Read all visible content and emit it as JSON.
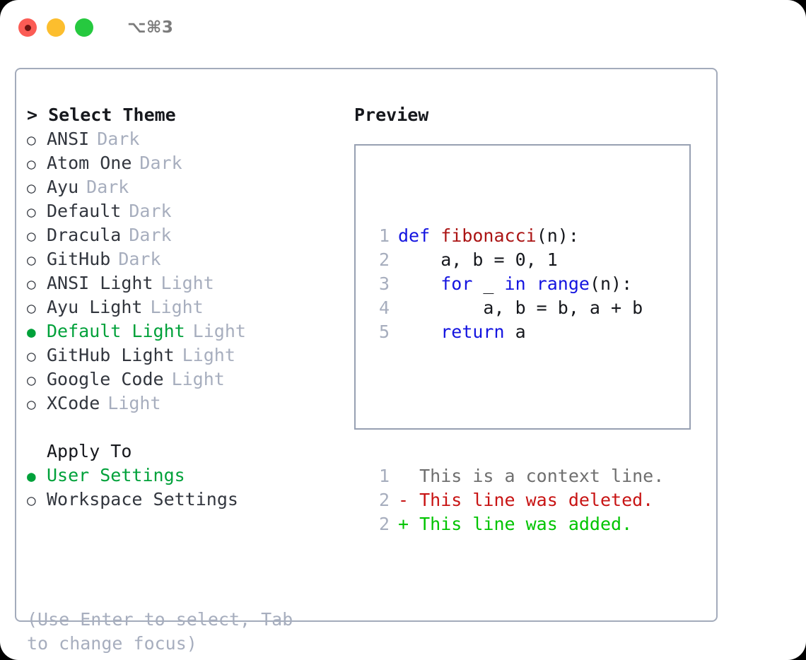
{
  "titlebar": {
    "shortcut": "⌥⌘3",
    "buttons": [
      {
        "name": "close",
        "color": "#fb5c55"
      },
      {
        "name": "minimize",
        "color": "#fcbe2e"
      },
      {
        "name": "zoom",
        "color": "#26c93f"
      }
    ]
  },
  "colors": {
    "accent_green": "#00a13a",
    "diff_add_green": "#00c400",
    "diff_del_red": "#c81414",
    "keyword_blue": "#1414e0",
    "function_red": "#ab1414",
    "muted": "#a7aebe",
    "border": "#a3abbb",
    "text": "#32363e"
  },
  "theme_picker": {
    "header": "> Select Theme",
    "items": [
      {
        "bullet": "○",
        "name": "ANSI",
        "category": "Dark",
        "selected": false
      },
      {
        "bullet": "○",
        "name": "Atom One",
        "category": "Dark",
        "selected": false
      },
      {
        "bullet": "○",
        "name": "Ayu",
        "category": "Dark",
        "selected": false
      },
      {
        "bullet": "○",
        "name": "Default",
        "category": "Dark",
        "selected": false
      },
      {
        "bullet": "○",
        "name": "Dracula",
        "category": "Dark",
        "selected": false
      },
      {
        "bullet": "○",
        "name": "GitHub",
        "category": "Dark",
        "selected": false
      },
      {
        "bullet": "○",
        "name": "ANSI Light",
        "category": "Light",
        "selected": false
      },
      {
        "bullet": "○",
        "name": "Ayu Light",
        "category": "Light",
        "selected": false
      },
      {
        "bullet": "●",
        "name": "Default Light",
        "category": "Light",
        "selected": true
      },
      {
        "bullet": "○",
        "name": "GitHub Light",
        "category": "Light",
        "selected": false
      },
      {
        "bullet": "○",
        "name": "Google Code",
        "category": "Light",
        "selected": false
      },
      {
        "bullet": "○",
        "name": "XCode",
        "category": "Light",
        "selected": false
      }
    ]
  },
  "apply_to": {
    "header": "Apply To",
    "items": [
      {
        "bullet": "●",
        "name": "User Settings",
        "selected": true
      },
      {
        "bullet": "○",
        "name": "Workspace Settings",
        "selected": false
      }
    ]
  },
  "hint": "(Use Enter to select, Tab to change focus)",
  "preview": {
    "title": "Preview",
    "code_lines": [
      {
        "number": "1",
        "tokens": [
          {
            "text": "def ",
            "kind": "kw"
          },
          {
            "text": "fibonacci",
            "kind": "fn"
          },
          {
            "text": "(n):",
            "kind": "txt"
          }
        ]
      },
      {
        "number": "2",
        "tokens": [
          {
            "text": "    a, b = 0, 1",
            "kind": "txt"
          }
        ]
      },
      {
        "number": "3",
        "tokens": [
          {
            "text": "    ",
            "kind": "txt"
          },
          {
            "text": "for",
            "kind": "kw"
          },
          {
            "text": " _ ",
            "kind": "txt"
          },
          {
            "text": "in ",
            "kind": "kw"
          },
          {
            "text": "range",
            "kind": "kw"
          },
          {
            "text": "(n):",
            "kind": "txt"
          }
        ]
      },
      {
        "number": "4",
        "tokens": [
          {
            "text": "        a, b = b, a + b",
            "kind": "txt"
          }
        ]
      },
      {
        "number": "5",
        "tokens": [
          {
            "text": "    ",
            "kind": "txt"
          },
          {
            "text": "return",
            "kind": "kw"
          },
          {
            "text": " a",
            "kind": "txt"
          }
        ]
      }
    ],
    "diff_lines": [
      {
        "number": "1",
        "marker": "  ",
        "text": "This is a context line.",
        "kind": "ctx"
      },
      {
        "number": "2",
        "marker": "- ",
        "text": "This line was deleted.",
        "kind": "del"
      },
      {
        "number": "2",
        "marker": "+ ",
        "text": "This line was added.",
        "kind": "add"
      }
    ]
  }
}
